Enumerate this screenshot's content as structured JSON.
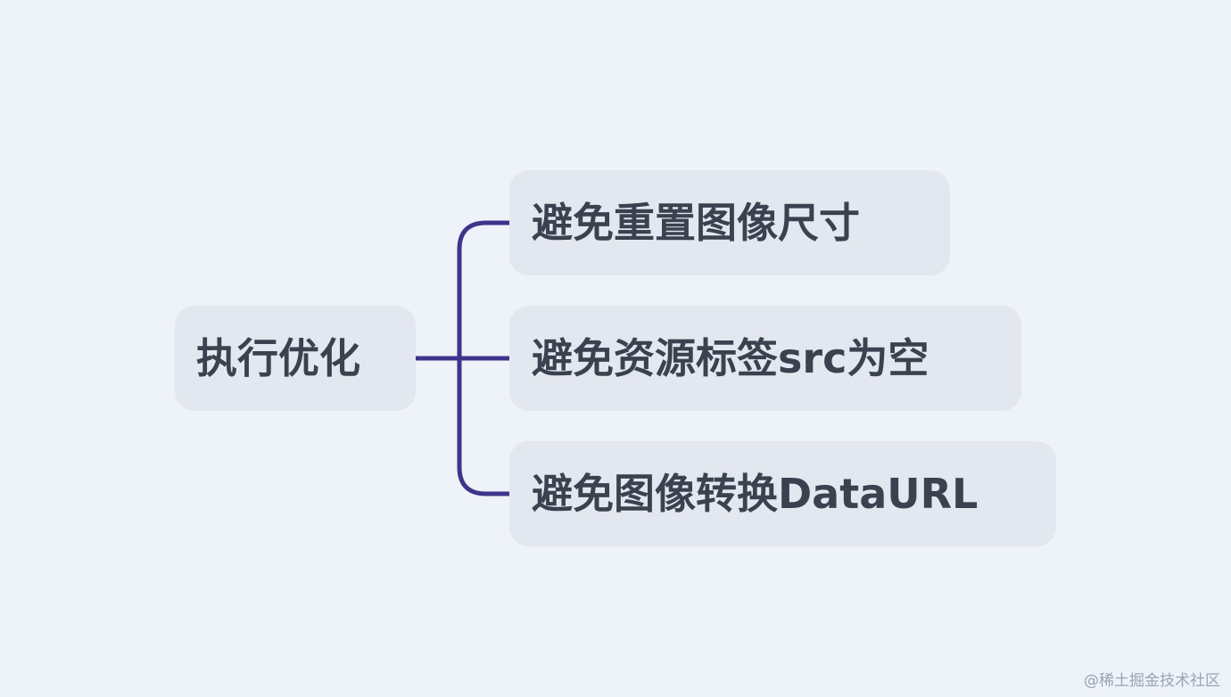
{
  "mindmap": {
    "root": {
      "label": "执行优化"
    },
    "children": [
      {
        "label": "避免重置图像尺寸"
      },
      {
        "label": "避免资源标签src为空"
      },
      {
        "label": "避免图像转换DataURL"
      }
    ]
  },
  "colors": {
    "background": "#eef2f9",
    "node_fill": "#e3e7ef",
    "node_text": "#3a4250",
    "connector": "#3d348b"
  },
  "watermark": "@稀土掘金技术社区"
}
